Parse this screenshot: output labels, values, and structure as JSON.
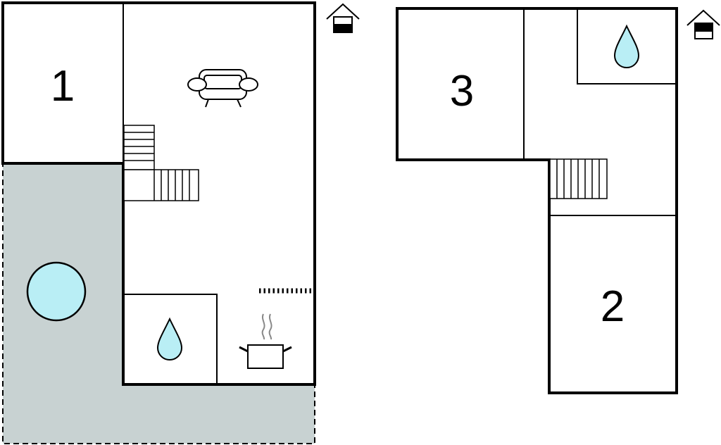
{
  "floor_plan": {
    "ground_floor": {
      "rooms": [
        {
          "id": "bedroom-1",
          "label": "1"
        }
      ],
      "icons": [
        "sofa-icon",
        "water-drop-icon",
        "cooking-pot-icon",
        "hot-tub-icon",
        "stairs-icon",
        "floor-level-ground-icon"
      ]
    },
    "upper_floor": {
      "rooms": [
        {
          "id": "bedroom-3",
          "label": "3"
        },
        {
          "id": "bedroom-2",
          "label": "2"
        }
      ],
      "icons": [
        "water-drop-icon",
        "stairs-icon",
        "floor-level-upper-icon"
      ]
    }
  },
  "colors": {
    "terrace": "#c8d2d2",
    "water": "#b9eef5",
    "wall": "#000000"
  }
}
